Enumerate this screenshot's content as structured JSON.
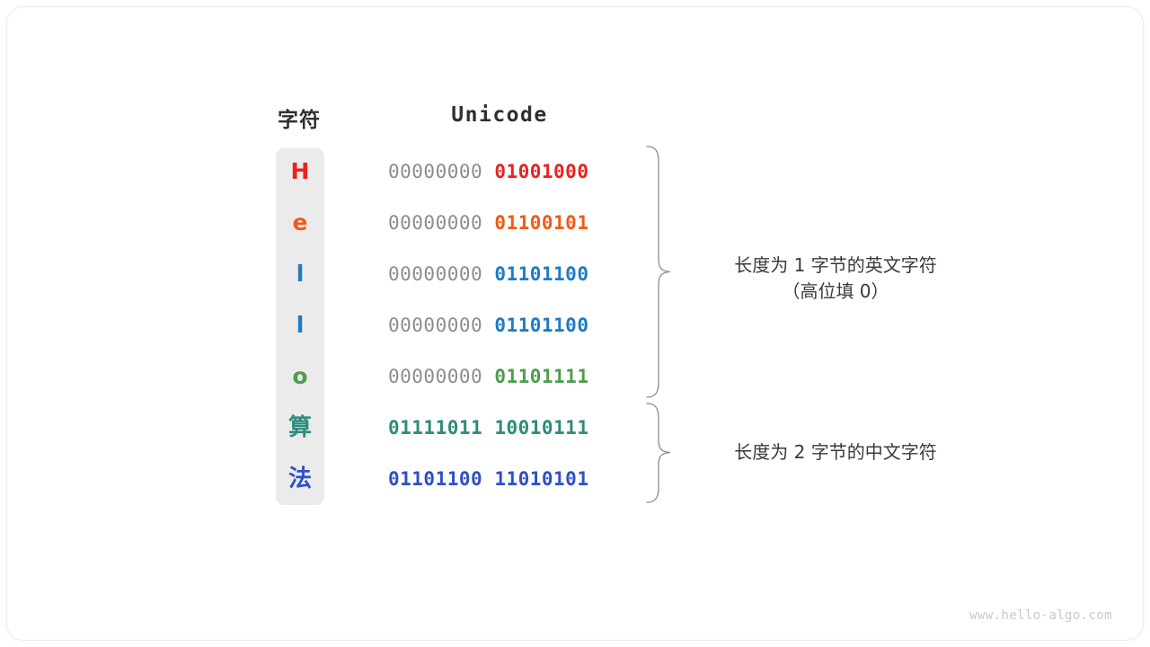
{
  "figure": {
    "title_char_column": "字符",
    "title_code_column": "Unicode",
    "watermark": "www.hello-algo.com"
  },
  "colors": {
    "red": "#e8231f",
    "orange": "#ef5b15",
    "blue_light": "#1f7bc4",
    "green": "#4f9c4f",
    "teal": "#2e8b7d",
    "blue_deep": "#2e50c8",
    "gray_high_bits": "#8c8c8c",
    "strip_background": "#ebebeb",
    "brace_stroke": "#8c8c8c",
    "text": "#3a3a3a"
  },
  "rows": [
    {
      "char": "H",
      "high": "00000000",
      "low": "01001000",
      "color": "#e8231f",
      "cjk": false
    },
    {
      "char": "e",
      "high": "00000000",
      "low": "01100101",
      "color": "#ef5b15",
      "cjk": false
    },
    {
      "char": "l",
      "high": "00000000",
      "low": "01101100",
      "color": "#1f7bc4",
      "cjk": false
    },
    {
      "char": "l",
      "high": "00000000",
      "low": "01101100",
      "color": "#1f7bc4",
      "cjk": false
    },
    {
      "char": "o",
      "high": "00000000",
      "low": "01101111",
      "color": "#4f9c4f",
      "cjk": false
    },
    {
      "char": "算",
      "high": "01111011",
      "low": "10010111",
      "color": "#2e8b7d",
      "cjk": true
    },
    {
      "char": "法",
      "high": "01101100",
      "low": "11010101",
      "color": "#2e50c8",
      "cjk": true
    }
  ],
  "annotations": [
    {
      "line1": "长度为 1 字节的英文字符",
      "line2": "（高位填 0）"
    },
    {
      "line1": "长度为 2 字节的中文字符",
      "line2": ""
    }
  ]
}
